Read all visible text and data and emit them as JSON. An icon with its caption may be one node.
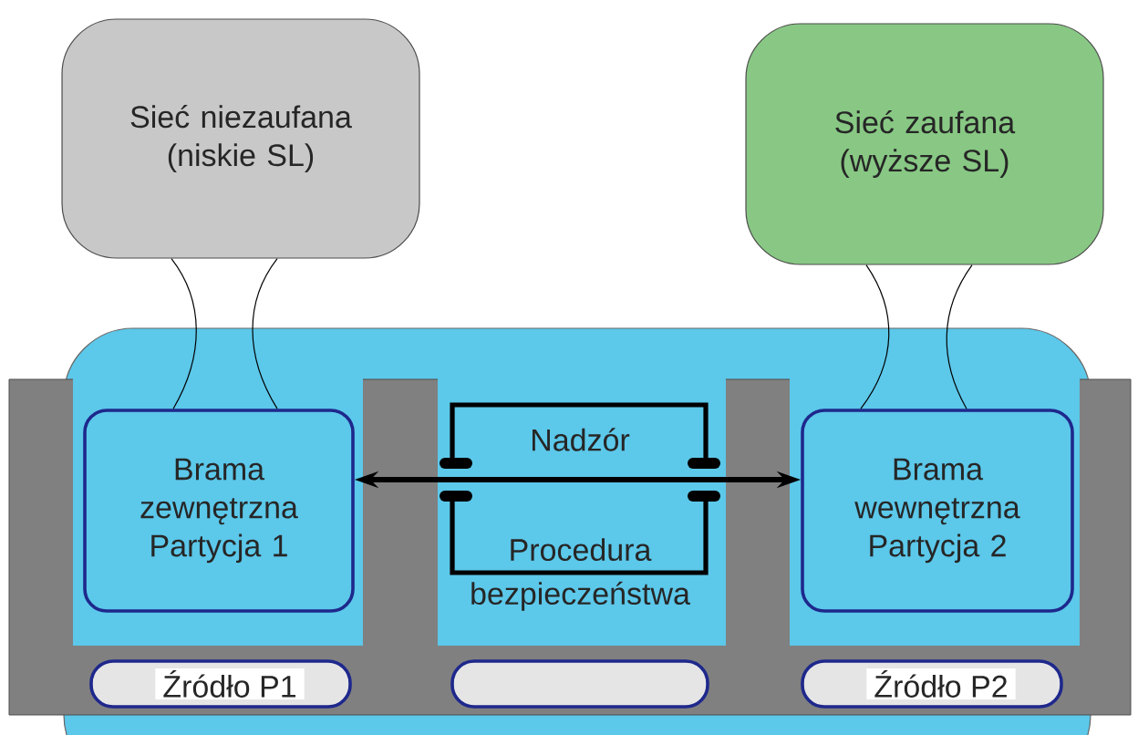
{
  "diagram": {
    "nodes": [
      {
        "text": [
          "Sieć niezaufana (niskie SL)"
        ]
      },
      {
        "text": [
          "Sieć zaufana (wyższe SL)"
        ]
      },
      {
        "text": [
          "Brama zewnętrzna Partycja 1"
        ]
      },
      {
        "text": [
          "Nadzór",
          "Procedura bezpieczeństwa"
        ]
      },
      {
        "text": [
          "Brama wewnętrzna Partycja 2"
        ]
      },
      {
        "text": [
          "Źródło P1"
        ]
      },
      {
        "text": [],
        "shape": "box"
      },
      {
        "text": [
          "Źródło P2"
        ]
      }
    ],
    "edges": [
      {
        "from": 0,
        "to": 2,
        "arrow": "none"
      },
      {
        "from": 0,
        "to": 2,
        "arrow": "none"
      },
      {
        "from": 1,
        "to": 4,
        "arrow": "none"
      },
      {
        "from": 1,
        "to": 4,
        "arrow": "none"
      },
      {
        "from": 2,
        "to": 4,
        "arrow": "both",
        "style": "thick"
      }
    ]
  }
}
